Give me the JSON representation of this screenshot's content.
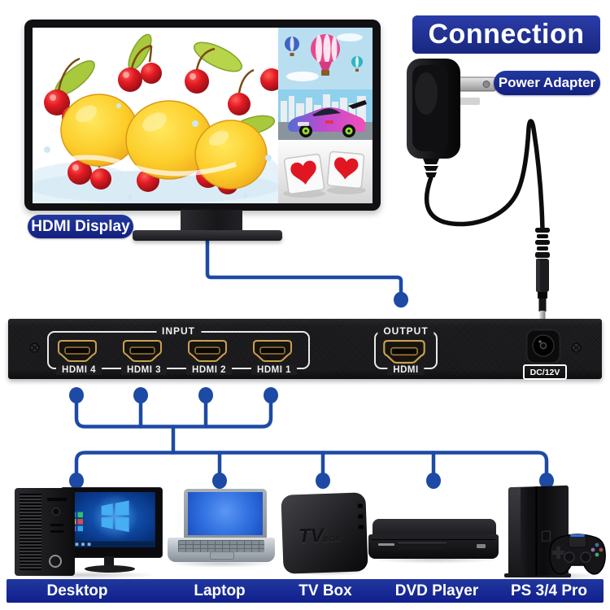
{
  "banner": {
    "title": "Connection"
  },
  "labels": {
    "hdmi_display": "HDMI Display",
    "power_adapter": "Power Adapter"
  },
  "switch": {
    "input_label": "INPUT",
    "input_ports": [
      {
        "label": "HDMI 4"
      },
      {
        "label": "HDMI 3"
      },
      {
        "label": "HDMI 2"
      },
      {
        "label": "HDMI 1"
      }
    ],
    "output_label": "OUTPUT",
    "output_port_label": "HDMI",
    "dc_label": "DC/12V"
  },
  "tv_box_text": {
    "tv": "TV",
    "box": "BOX"
  },
  "devices": [
    {
      "label": "Desktop"
    },
    {
      "label": "Laptop"
    },
    {
      "label": "TV Box"
    },
    {
      "label": "DVD Player"
    },
    {
      "label": "PS 3/4 Pro"
    }
  ],
  "colors": {
    "wire_blue": "#1d4aa5",
    "label_blue": "#162f9b",
    "banner_blue": "#1c2f96",
    "port_gold": "#c9a14e"
  }
}
